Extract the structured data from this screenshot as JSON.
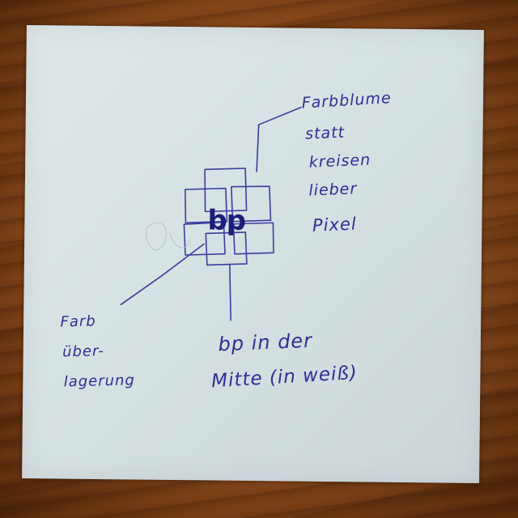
{
  "note": {
    "logo_text": "bp",
    "annotation_top_right": [
      "Farbblume",
      "statt",
      "kreisen",
      "lieber",
      "Pixel"
    ],
    "annotation_bottom_left": [
      "Farb",
      "über-",
      "lagerung"
    ],
    "annotation_bottom": [
      "bp in der",
      "Mitte (in weiß)"
    ]
  },
  "colors": {
    "ink": "#2c2f9a",
    "paper": "#d6e1e3",
    "wood": "#7a4318"
  }
}
